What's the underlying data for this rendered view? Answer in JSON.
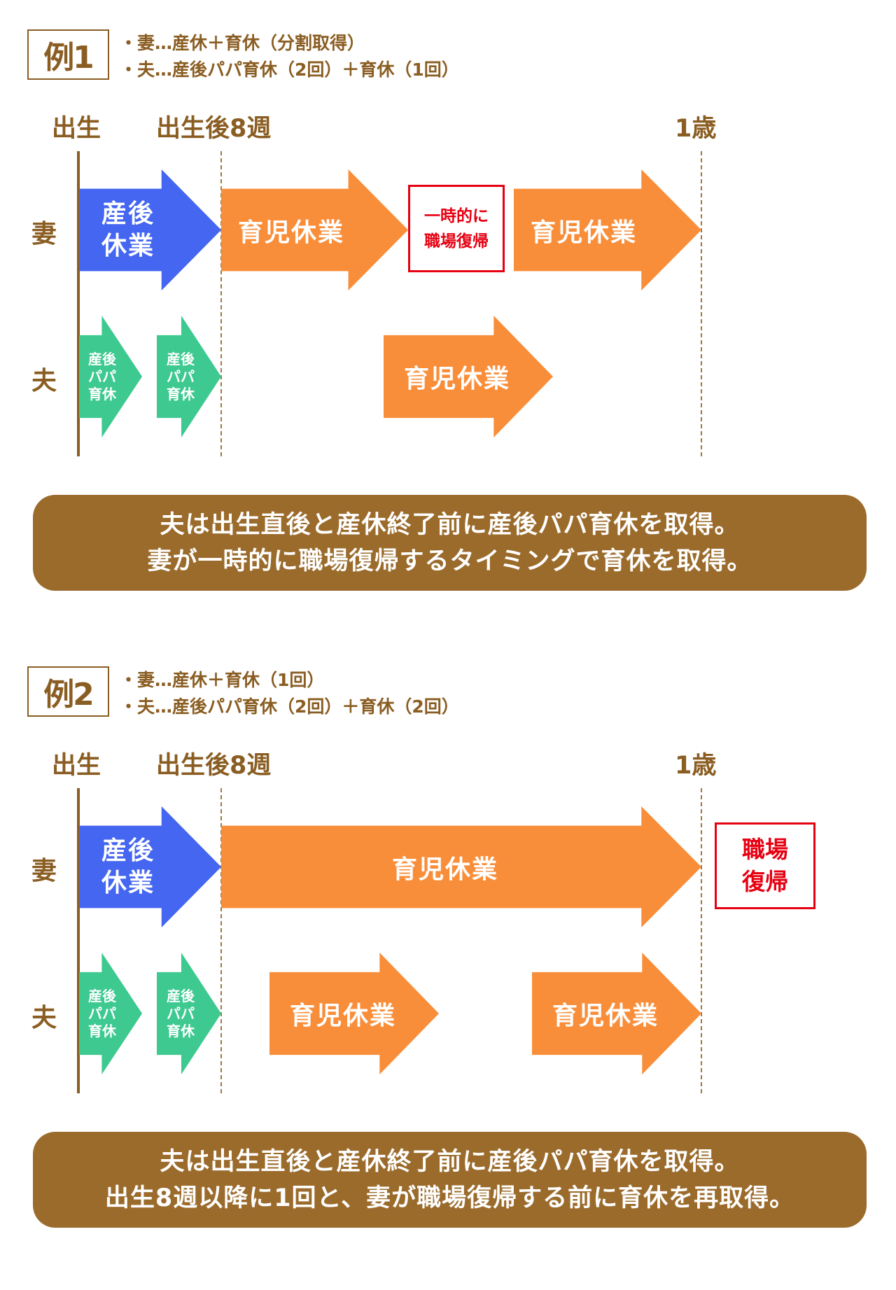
{
  "examples": [
    {
      "label": "例1",
      "bullets": [
        "・妻…産休＋育休（分割取得）",
        "・夫…産後パパ育休（2回）＋育休（1回）"
      ],
      "timeline": {
        "birth": "出生",
        "week8": "出生後8週",
        "age1": "1歳"
      },
      "rows": {
        "wife": "妻",
        "husband": "夫"
      },
      "wife_blocks": {
        "maternity": [
          "産後",
          "休業"
        ],
        "childcare1": "育児休業",
        "return_box": [
          "一時的に",
          "職場復帰"
        ],
        "childcare2": "育児休業"
      },
      "husband_blocks": {
        "papa1": [
          "産後",
          "パパ",
          "育休"
        ],
        "papa2": [
          "産後",
          "パパ",
          "育休"
        ],
        "childcare1": "育児休業"
      },
      "summary": [
        "夫は出生直後と産休終了前に産後パパ育休を取得。",
        "妻が一時的に職場復帰するタイミングで育休を取得。"
      ]
    },
    {
      "label": "例2",
      "bullets": [
        "・妻…産休＋育休（1回）",
        "・夫…産後パパ育休（2回）＋育休（2回）"
      ],
      "timeline": {
        "birth": "出生",
        "week8": "出生後8週",
        "age1": "1歳"
      },
      "rows": {
        "wife": "妻",
        "husband": "夫"
      },
      "wife_blocks": {
        "maternity": [
          "産後",
          "休業"
        ],
        "childcare1": "育児休業",
        "return_box": [
          "職場",
          "復帰"
        ]
      },
      "husband_blocks": {
        "papa1": [
          "産後",
          "パパ",
          "育休"
        ],
        "papa2": [
          "産後",
          "パパ",
          "育休"
        ],
        "childcare1": "育児休業",
        "childcare2": "育児休業"
      },
      "summary": [
        "夫は出生直後と産休終了前に産後パパ育休を取得。",
        "出生8週以降に1回と、妻が職場復帰する前に育休を再取得。"
      ]
    }
  ],
  "colors": {
    "brown": "#8a5d22",
    "blue": "#4466f0",
    "orange": "#f98e3a",
    "green": "#3ec990",
    "red": "#e60012",
    "banner": "#9b6b2c"
  }
}
